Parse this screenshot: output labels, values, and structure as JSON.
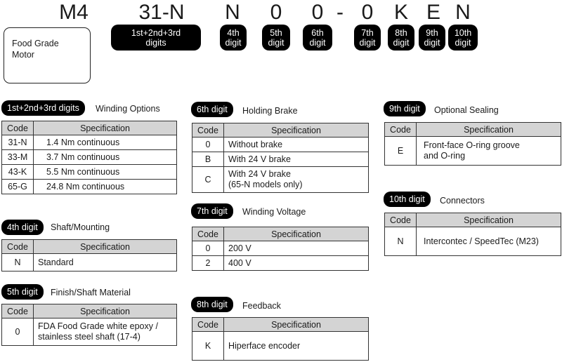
{
  "model_code": {
    "chars": [
      "M4",
      "31-N",
      "N",
      "0",
      "0",
      "-",
      "0",
      "K",
      "E",
      "N"
    ]
  },
  "motor_box": {
    "text": "Food Grade\nMotor"
  },
  "digit_pills": [
    "1st+2nd+3rd\ndigits",
    "4th\ndigit",
    "5th\ndigit",
    "6th\ndigit",
    "7th\ndigit",
    "8th\ndigit",
    "9th\ndigit",
    "10th\ndigit"
  ],
  "sections": {
    "winding_options": {
      "tag": "1st+2nd+3rd digits",
      "title": "Winding Options",
      "headers": [
        "Code",
        "Specification"
      ],
      "rows": [
        [
          "31-N",
          "1.4 Nm continuous"
        ],
        [
          "33-M",
          "3.7 Nm continuous"
        ],
        [
          "43-K",
          "5.5 Nm continuous"
        ],
        [
          "65-G",
          "24.8 Nm continuous"
        ]
      ]
    },
    "shaft_mounting": {
      "tag": "4th digit",
      "title": "Shaft/Mounting",
      "headers": [
        "Code",
        "Specification"
      ],
      "rows": [
        [
          "N",
          "Standard"
        ]
      ]
    },
    "finish_shaft": {
      "tag": "5th digit",
      "title": "Finish/Shaft Material",
      "headers": [
        "Code",
        "Specification"
      ],
      "rows": [
        [
          "0",
          "FDA Food Grade white epoxy /\nstainless steel shaft (17-4)"
        ]
      ]
    },
    "holding_brake": {
      "tag": "6th digit",
      "title": "Holding Brake",
      "headers": [
        "Code",
        "Specification"
      ],
      "rows": [
        [
          "0",
          "Without brake"
        ],
        [
          "B",
          "With 24 V brake"
        ],
        [
          "C",
          "With 24 V brake\n(65-N models only)"
        ]
      ]
    },
    "winding_voltage": {
      "tag": "7th digit",
      "title": "Winding Voltage",
      "headers": [
        "Code",
        "Specification"
      ],
      "rows": [
        [
          "0",
          "200 V"
        ],
        [
          "2",
          "400 V"
        ]
      ]
    },
    "feedback": {
      "tag": "8th digit",
      "title": "Feedback",
      "headers": [
        "Code",
        "Specification"
      ],
      "rows": [
        [
          "K",
          "Hiperface encoder"
        ]
      ]
    },
    "optional_sealing": {
      "tag": "9th digit",
      "title": "Optional Sealing",
      "headers": [
        "Code",
        "Specification"
      ],
      "rows": [
        [
          "E",
          "Front-face O-ring groove\nand O-ring"
        ]
      ]
    },
    "connectors": {
      "tag": "10th digit",
      "title": "Connectors",
      "headers": [
        "Code",
        "Specification"
      ],
      "rows": [
        [
          "N",
          "Intercontec / SpeedTec (M23)"
        ]
      ]
    }
  }
}
